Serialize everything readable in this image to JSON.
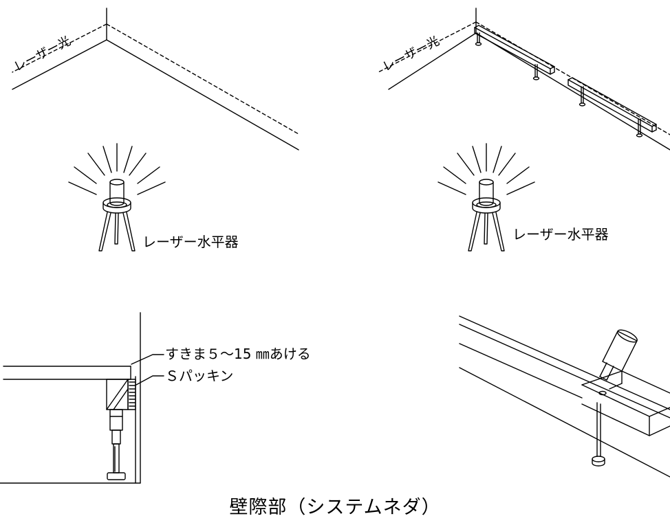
{
  "panels": {
    "top_left": {
      "laser_light_label": "レーザー光",
      "level_label": "レーザー水平器"
    },
    "top_right": {
      "laser_light_label": "レーザー光",
      "level_label": "レーザー水平器"
    },
    "bottom_left": {
      "gap_label": "すきま５～15 ㎜あける",
      "packing_label": "Ｓパッキン"
    }
  },
  "caption": "壁際部（システムネダ）"
}
